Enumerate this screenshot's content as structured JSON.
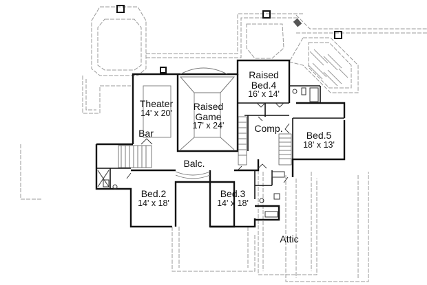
{
  "plan": {
    "type": "second floor plan",
    "rooms": [
      {
        "id": "theater",
        "name": "Theater",
        "dims": "14' x 20'"
      },
      {
        "id": "raised-game",
        "name": "Raised Game",
        "name_line1": "Raised",
        "name_line2": "Game",
        "dims": "17' x 24'"
      },
      {
        "id": "raised-bed4",
        "name": "Raised Bed.4",
        "name_line1": "Raised",
        "name_line2": "Bed.4",
        "dims": "16' x 14'"
      },
      {
        "id": "bar",
        "name": "Bar"
      },
      {
        "id": "comp",
        "name": "Comp."
      },
      {
        "id": "bed5",
        "name": "Bed.5",
        "dims": "18' x 13'"
      },
      {
        "id": "balc",
        "name": "Balc."
      },
      {
        "id": "bed2",
        "name": "Bed.2",
        "dims": "14' x 18'"
      },
      {
        "id": "bed3",
        "name": "Bed.3",
        "dims": "14' x 18'"
      },
      {
        "id": "attic",
        "name": "Attic"
      }
    ]
  },
  "colors": {
    "wall": "#111111",
    "roof": "#9a9a9a",
    "background": "#ffffff"
  }
}
